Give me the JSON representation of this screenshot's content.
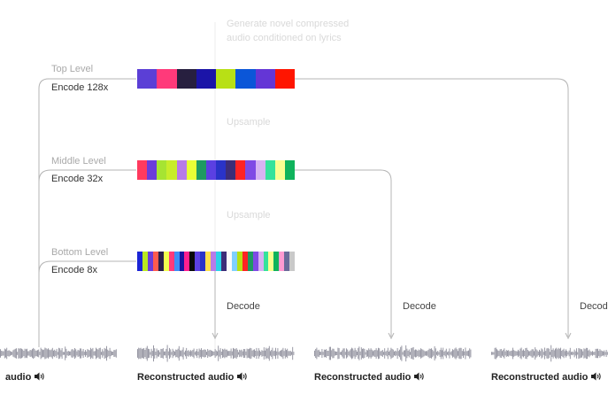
{
  "top_note": {
    "line1": "Generate novel compressed",
    "line2": "audio conditioned on lyrics"
  },
  "upsample_label": "Upsample",
  "levels": [
    {
      "name": "Top Level",
      "encode": "Encode 128x",
      "colors": [
        "#5b3fd6",
        "#ff3a7a",
        "#271f3f",
        "#1b14a8",
        "#b8e015",
        "#0b56d8",
        "#6436d6",
        "#ff1500"
      ]
    },
    {
      "name": "Middle Level",
      "encode": "Encode 32x",
      "colors": [
        "#ff3a5e",
        "#6a3cdb",
        "#a6e432",
        "#c8ed2a",
        "#b77be8",
        "#e7ff36",
        "#1e9a62",
        "#5b40e2",
        "#2a33c8",
        "#3d2d78",
        "#ff2323",
        "#7f4ae5",
        "#d6b3f2",
        "#33e39b",
        "#f8ff92",
        "#0fb35c"
      ]
    },
    {
      "name": "Bottom Level",
      "encode": "Encode 8x",
      "colors": [
        "#1b25d6",
        "#b9e820",
        "#6a3cdb",
        "#ff5a4e",
        "#2a1f4a",
        "#f0ff4e",
        "#ff3a7a",
        "#3d8ef5",
        "#1a14a0",
        "#ff1f8e",
        "#0a0a0a",
        "#5b40e2",
        "#2a33c8",
        "#ffe04a",
        "#b77be8",
        "#2bd3e8",
        "#3d2d78",
        "#fafafa",
        "#7fd0ff",
        "#b8e015",
        "#ff2323",
        "#1e9a62",
        "#7f4ae5",
        "#d6b3f2",
        "#33e39b",
        "#f8ff92",
        "#0fb35c",
        "#ff9ad2",
        "#6a6a9a",
        "#c9c9c9"
      ]
    }
  ],
  "decode_label": "Decode",
  "audio_labels": {
    "original": "audio",
    "reconstructed": "Reconstructed audio"
  },
  "icons": {
    "speaker": "speaker-icon"
  },
  "colors": {
    "wave": "#8d8d9a",
    "connector": "#b4b4b4",
    "center_line": "#ececec"
  }
}
